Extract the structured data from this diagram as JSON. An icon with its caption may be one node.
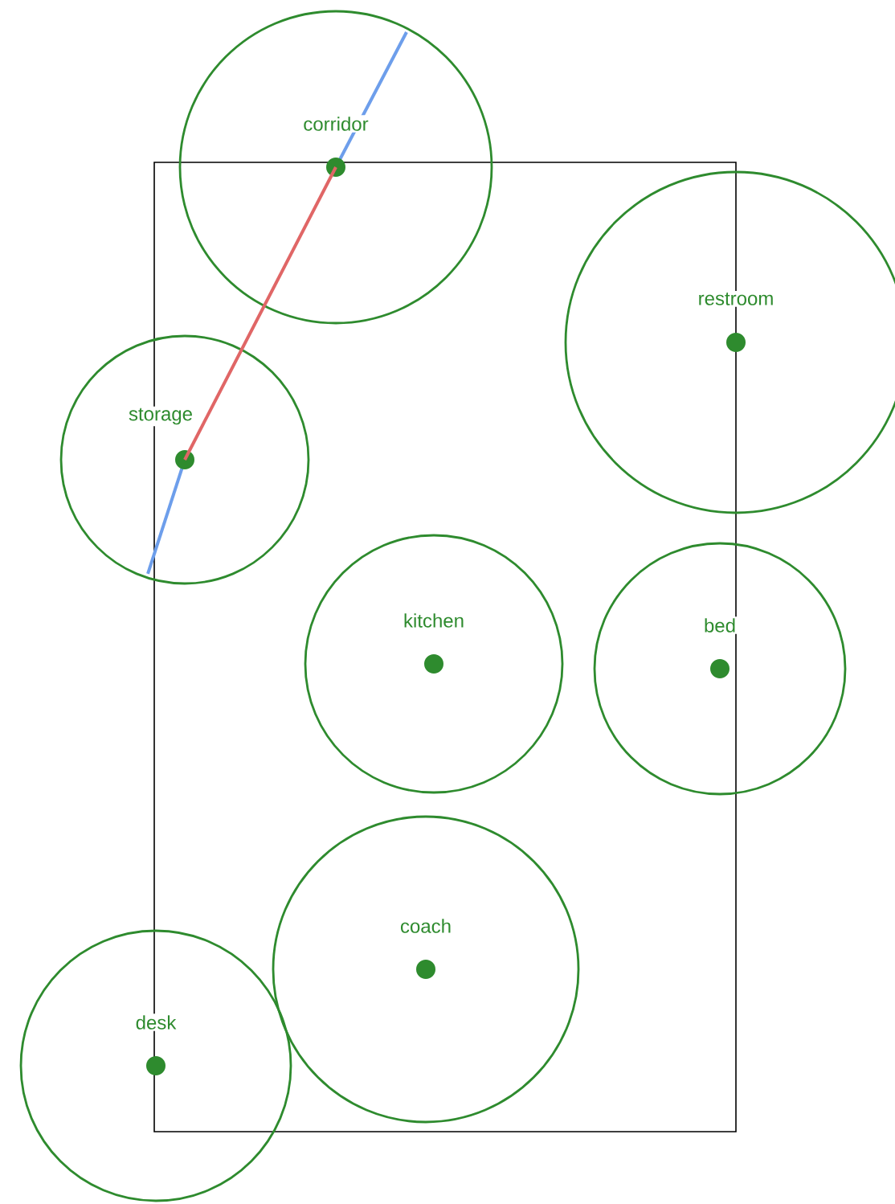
{
  "diagram": {
    "nodes": [
      {
        "text": [
          "corridor"
        ]
      },
      {
        "text": [
          "restroom"
        ]
      },
      {
        "text": [
          "storage"
        ]
      },
      {
        "text": [
          "kitchen"
        ]
      },
      {
        "text": [
          "bed"
        ]
      },
      {
        "text": [
          "coach"
        ]
      },
      {
        "text": [
          "desk"
        ]
      }
    ],
    "edges": [
      {
        "from": 0,
        "to": 2,
        "arrow": "none",
        "color": "#e06666"
      }
    ]
  }
}
